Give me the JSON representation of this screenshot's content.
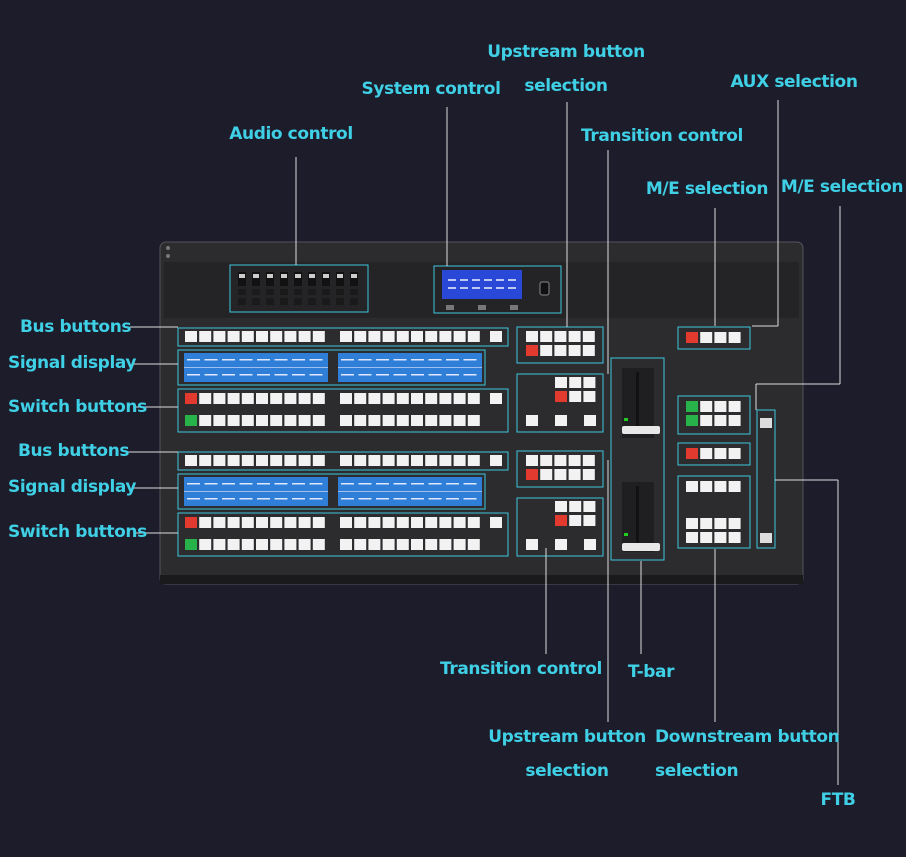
{
  "labels": {
    "audio_control": "Audio control",
    "system_control": "System control",
    "upstream_top": [
      "Upstream button",
      "selection"
    ],
    "transition_top": "Transition control",
    "aux_selection": "AUX selection",
    "me_selection_1": "M/E selection",
    "me_selection_2": "M/E selection",
    "bus_buttons_1": "Bus buttons",
    "signal_display_1": "Signal display",
    "switch_buttons_1": "Switch buttons",
    "bus_buttons_2": "Bus buttons",
    "signal_display_2": "Signal display",
    "switch_buttons_2": "Switch buttons",
    "transition_bottom": "Transition control",
    "t_bar": "T-bar",
    "upstream_bottom": [
      "Upstream button",
      "selection"
    ],
    "downstream_bottom": [
      "Downstream button",
      "selection"
    ],
    "ftb": "FTB"
  },
  "colors": {
    "background": "#1c1c2b",
    "label": "#3fd0e6",
    "leader": "#dcdcdc",
    "panel": "#2b2b2e",
    "highlight_box": "#3ec6dc",
    "display_blue": "#2f7fd8",
    "lcd_blue": "#2a48d8",
    "key_white": "#f2f2f2",
    "key_red": "#e23a2e",
    "key_green": "#27b34a"
  }
}
